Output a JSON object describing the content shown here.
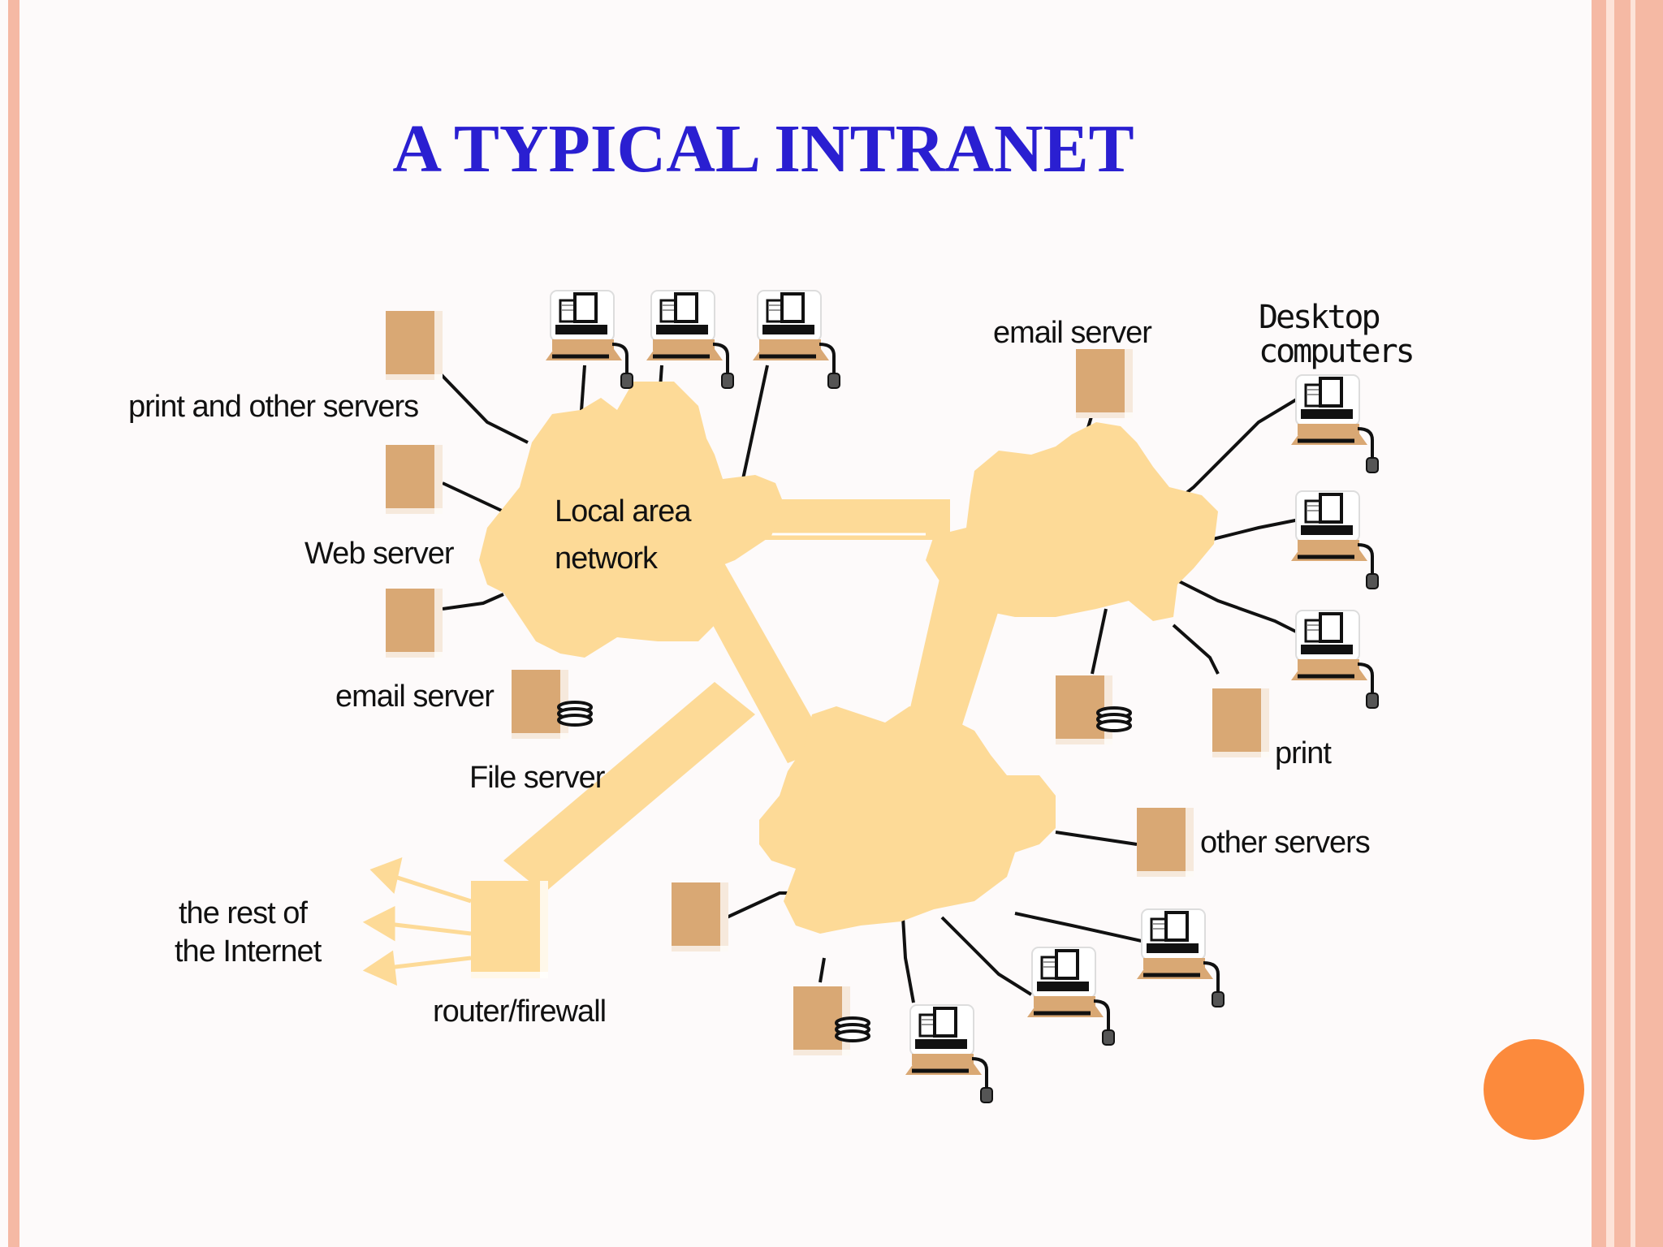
{
  "slide": {
    "title": "A TYPICAL INTRANET"
  },
  "labels": {
    "print_other": "print  and other servers",
    "web_server": "Web server",
    "email_server_left": "email server",
    "file_server": "File server",
    "lan_line1": "Local area",
    "lan_line2": "network",
    "email_server_right": "email server",
    "desktop_line1": "Desktop",
    "desktop_line2": "computers",
    "print": "print",
    "other_servers": "other servers",
    "rest_line1": "the rest of",
    "rest_line2": "the Internet",
    "router": "router/firewall"
  },
  "colors": {
    "frame": "#f5b9a4",
    "network": "#fdda97",
    "server": "#d9a874",
    "title": "#2a1fd1",
    "accent_dot": "#fc8a3c"
  }
}
